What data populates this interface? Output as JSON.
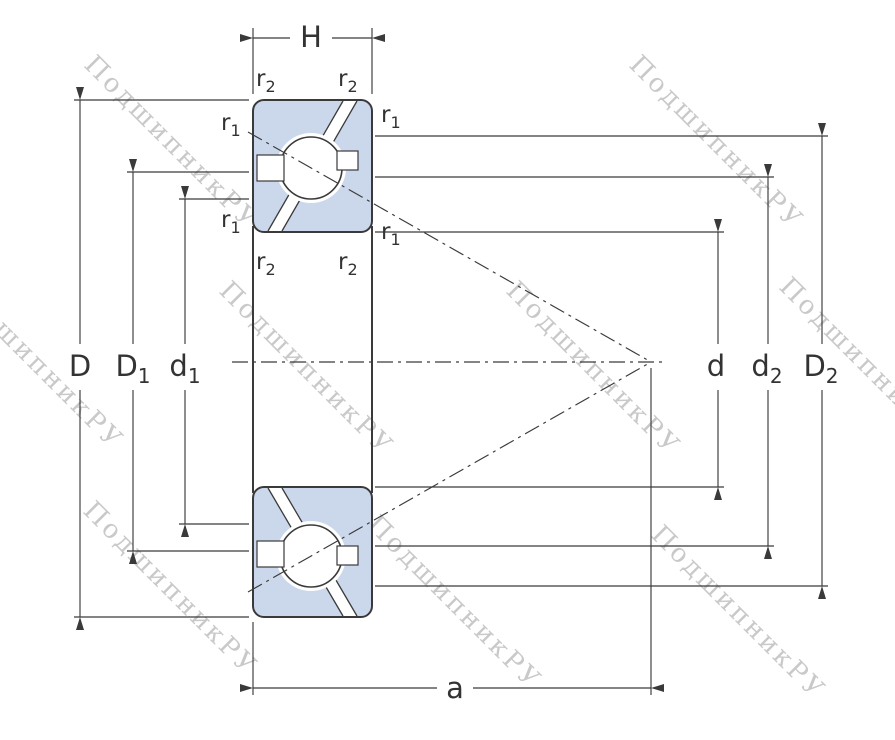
{
  "watermark": {
    "text": "ПодшипникРУ"
  },
  "colors": {
    "section_fill": "#cbd8ec",
    "line": "#3a3a3a",
    "watermark": "#bcbcbc"
  },
  "labels": {
    "H": {
      "main": "H",
      "sub": ""
    },
    "D": {
      "main": "D",
      "sub": ""
    },
    "D1": {
      "main": "D",
      "sub": "1"
    },
    "d1": {
      "main": "d",
      "sub": "1"
    },
    "d": {
      "main": "d",
      "sub": ""
    },
    "d2": {
      "main": "d",
      "sub": "2"
    },
    "D2": {
      "main": "D",
      "sub": "2"
    },
    "a": {
      "main": "a",
      "sub": ""
    },
    "r1": {
      "main": "r",
      "sub": "1"
    },
    "r2": {
      "main": "r",
      "sub": "2"
    }
  }
}
